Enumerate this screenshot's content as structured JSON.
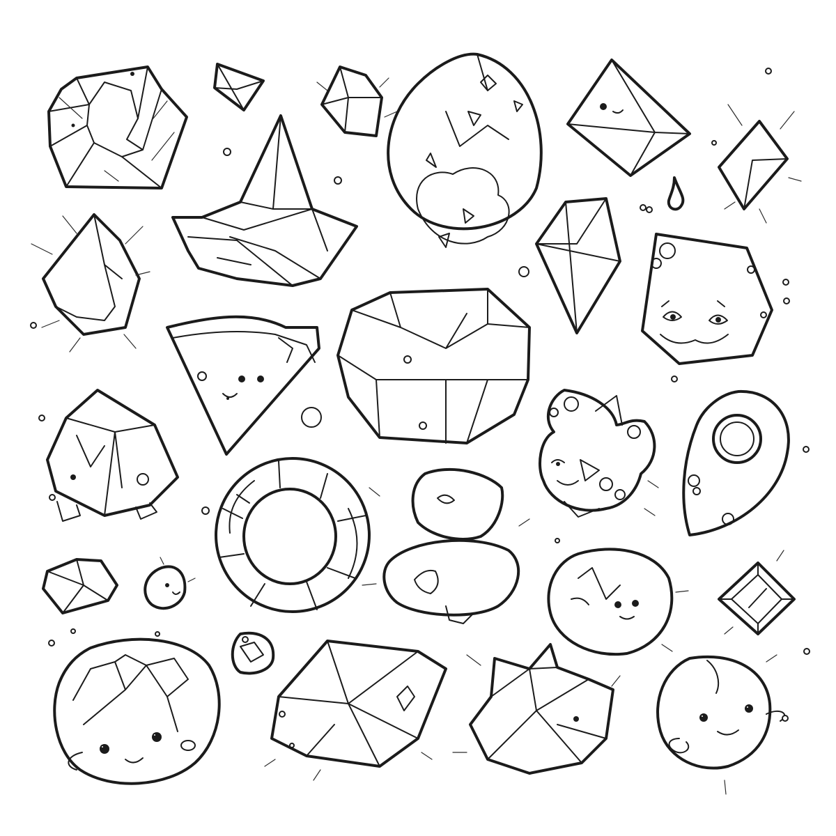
{
  "image": {
    "background": "#ffffff",
    "ink_color": "#1b1b1b"
  },
  "items": [
    {
      "name": "crumpled-rock-gem"
    },
    {
      "name": "small-pyramid-gem"
    },
    {
      "name": "crystal-shard-gem"
    },
    {
      "name": "spotted-egg-gem"
    },
    {
      "name": "cute-square-gem"
    },
    {
      "name": "sparkling-diamond-gem"
    },
    {
      "name": "water-drop"
    },
    {
      "name": "spiky-cluster-crystal"
    },
    {
      "name": "sparkling-teardrop-gem"
    },
    {
      "name": "kite-crystal"
    },
    {
      "name": "cat-face-gem"
    },
    {
      "name": "smiling-triangle-gem"
    },
    {
      "name": "large-faceted-gem"
    },
    {
      "name": "flower-bud-gem"
    },
    {
      "name": "ring-hole-gem"
    },
    {
      "name": "walking-cube-gem"
    },
    {
      "name": "ring-gem"
    },
    {
      "name": "stacked-pebble-gem"
    },
    {
      "name": "pebble-face-gem"
    },
    {
      "name": "small-rock-gem"
    },
    {
      "name": "tiny-face-gem"
    },
    {
      "name": "diamond-frame-gem"
    },
    {
      "name": "tiny-round-gem"
    },
    {
      "name": "round-face-rock-gem"
    },
    {
      "name": "wide-faceted-gem"
    },
    {
      "name": "star-crystal-gem"
    },
    {
      "name": "round-face-blob-gem"
    }
  ]
}
